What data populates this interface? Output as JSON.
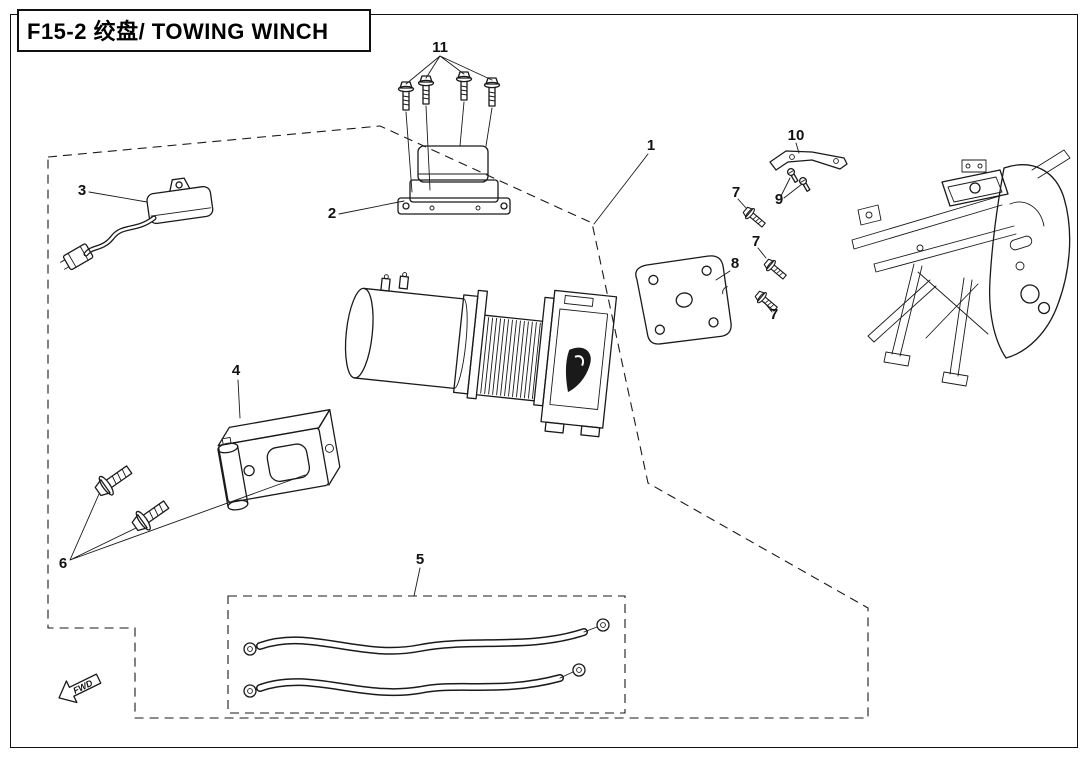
{
  "page": {
    "title": "F15-2 绞盘/ TOWING WINCH"
  },
  "callouts": {
    "n1": "1",
    "n2": "2",
    "n3": "3",
    "n4": "4",
    "n5": "5",
    "n6": "6",
    "n7a": "7",
    "n7b": "7",
    "n7c": "7",
    "n8": "8",
    "n9": "9",
    "n10": "10",
    "n11": "11"
  },
  "direction": {
    "fwd": "FWD"
  },
  "colors": {
    "line": "#1a1a1a",
    "background": "#ffffff"
  }
}
